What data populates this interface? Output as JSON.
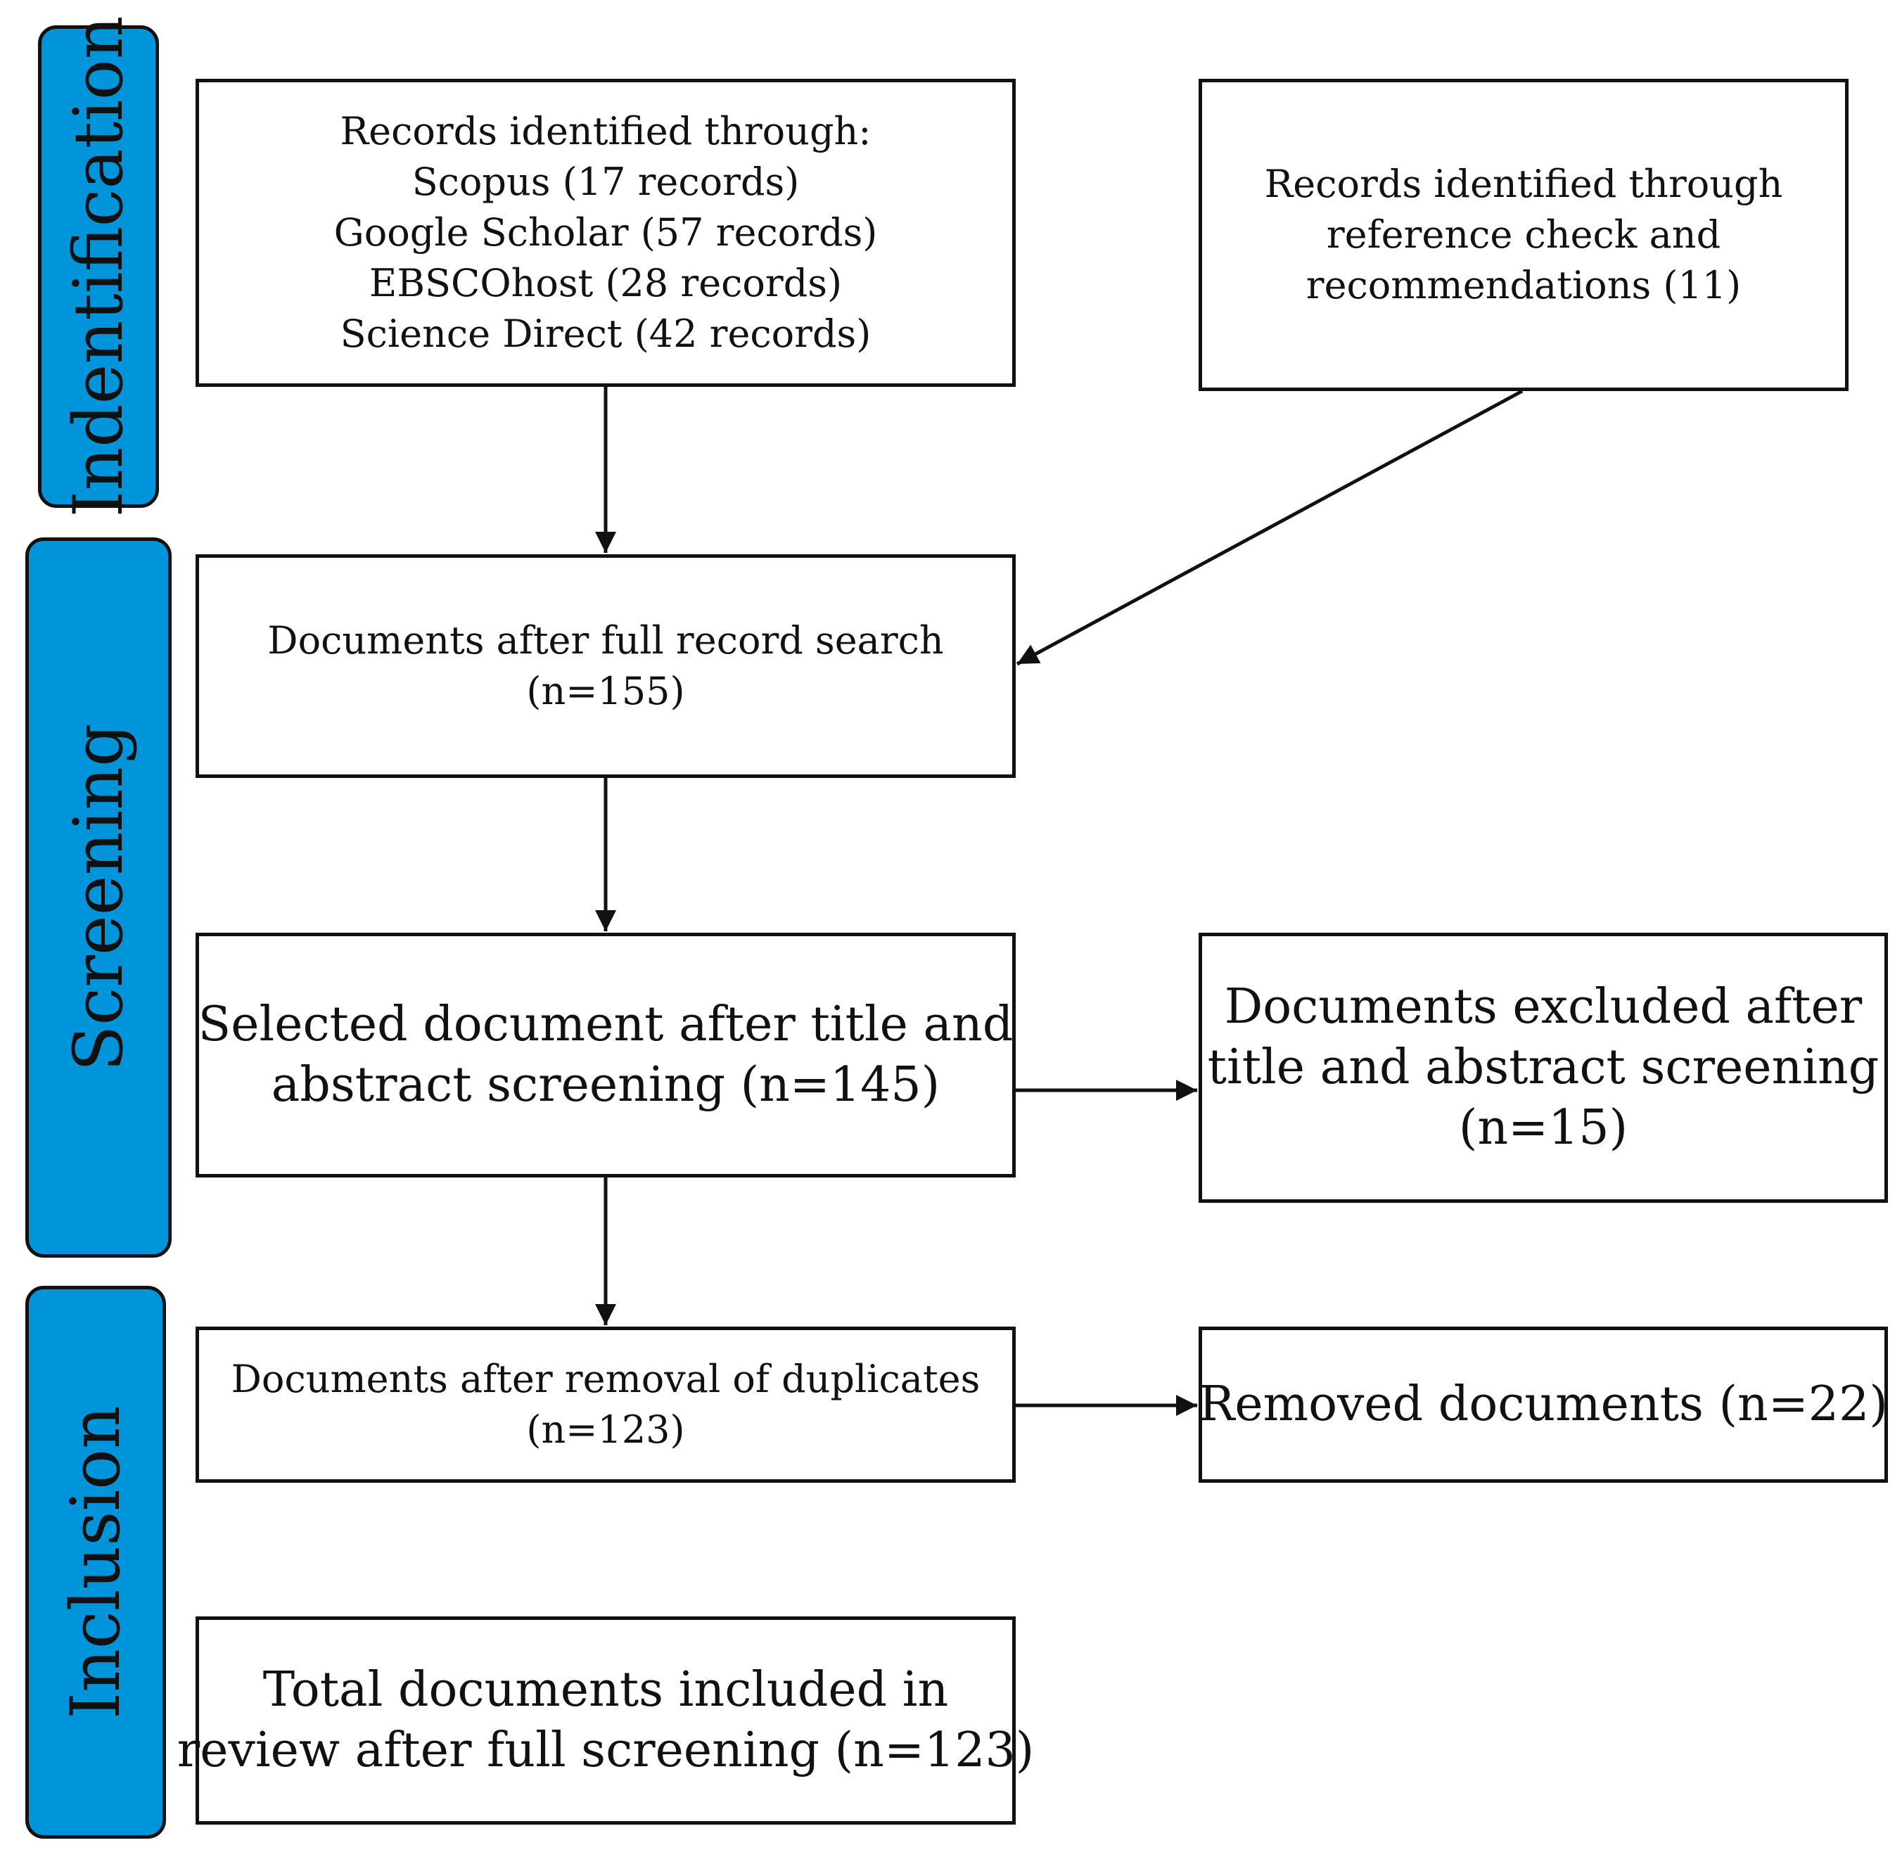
{
  "stages": {
    "identification": "Indentification",
    "screening": "Screening",
    "inclusion": "Inclusion"
  },
  "boxes": {
    "records_db": {
      "lines": [
        "Records identified through:",
        "Scopus (17 records)",
        "Google Scholar (57 records)",
        "EBSCOhost (28 records)",
        "Science Direct (42 records)"
      ]
    },
    "records_other": {
      "lines": [
        "Records identified through",
        "reference check and",
        "recommendations (11)"
      ]
    },
    "full_search": {
      "lines": [
        "Documents after full record search",
        "(n=155)"
      ]
    },
    "title_abstract": {
      "lines": [
        "Selected document after title and",
        "abstract screening (n=145)"
      ]
    },
    "excluded": {
      "lines": [
        "Documents excluded after",
        "title and abstract screening",
        "(n=15)"
      ]
    },
    "dedup": {
      "lines": [
        "Documents after removal of duplicates",
        "(n=123)"
      ]
    },
    "removed": {
      "lines": [
        "Removed documents (n=22)"
      ]
    },
    "total": {
      "lines": [
        "Total documents included in",
        "review after full screening (n=123)"
      ]
    }
  },
  "colors": {
    "stage_fill": "#0095DB",
    "stroke": "#111111"
  }
}
